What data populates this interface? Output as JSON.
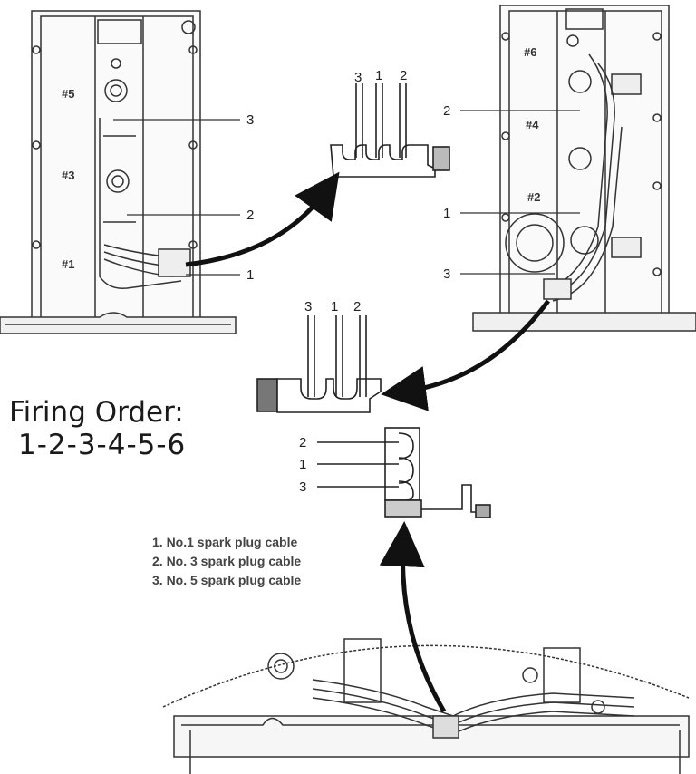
{
  "firing_order": {
    "title": "Firing Order:",
    "sequence": "1-2-3-4-5-6"
  },
  "legend": [
    "1. No.1 spark plug cable",
    "2. No. 3 spark plug cable",
    "3. No. 5 spark plug cable"
  ],
  "left_head": {
    "cylinders": [
      "#5",
      "#3",
      "#1"
    ],
    "callouts": [
      "3",
      "2",
      "1"
    ]
  },
  "right_head": {
    "cylinders": [
      "#6",
      "#4",
      "#2"
    ],
    "callouts": [
      "2",
      "1",
      "3"
    ]
  },
  "top_clip": {
    "slots": [
      "3",
      "1",
      "2"
    ]
  },
  "middle_clip": {
    "slots": [
      "3",
      "1",
      "2"
    ]
  },
  "side_clip": {
    "slots": [
      "2",
      "1",
      "3"
    ]
  }
}
